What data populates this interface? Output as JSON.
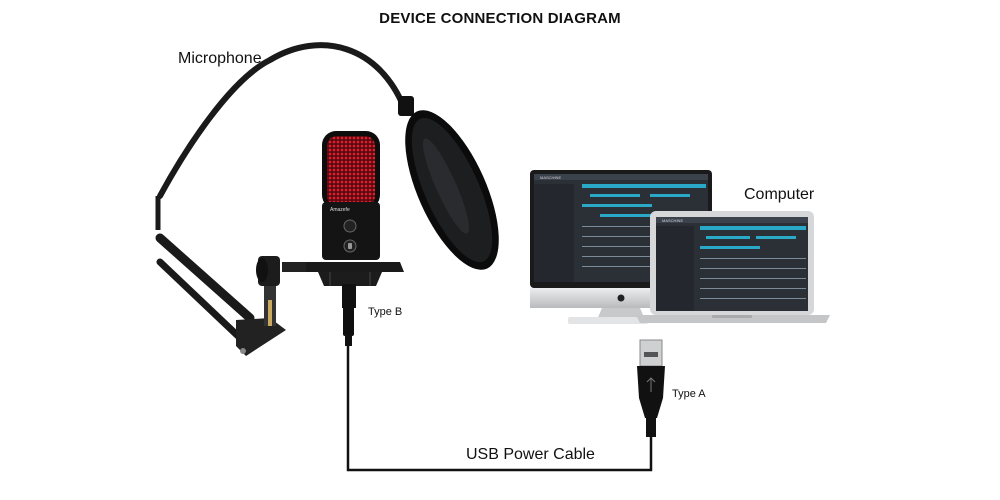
{
  "diagram": {
    "title": "DEVICE CONNECTION DIAGRAM",
    "labels": {
      "microphone": "Microphone",
      "computer": "Computer",
      "type_b": "Type B",
      "type_a": "Type A",
      "cable": "USB Power Cable"
    },
    "brand_text": "Amazefe",
    "app_name": "MASCHINE",
    "colors": {
      "mic_grille": "#c8182a",
      "cable": "#111111",
      "screen_bg": "#2b2f36",
      "track_blue": "#2aa8c8",
      "device_silver": "#d9dadc"
    }
  }
}
